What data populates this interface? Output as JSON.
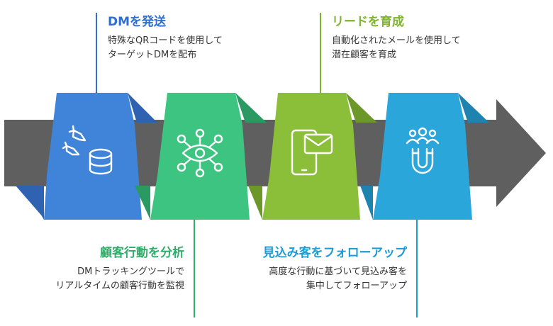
{
  "stages": [
    {
      "title": "DMを発送",
      "desc": [
        "特殊なQRコードを使用して",
        "ターゲットDMを配布"
      ],
      "color": "#3f84d8",
      "dark": "#2f63b1",
      "title_color": "#2f6fcf",
      "icon": "missile-database-icon"
    },
    {
      "title": "顧客行動を分析",
      "desc": [
        "DMトラッキングツールで",
        "リアルタイムの顧客行動を監視"
      ],
      "color": "#3dc480",
      "dark": "#2b9a62",
      "title_color": "#2fae6a",
      "icon": "network-eye-icon"
    },
    {
      "title": "リードを育成",
      "desc": [
        "自動化されたメールを使用して",
        "潜在顧客を育成"
      ],
      "color": "#8bbf3a",
      "dark": "#6b9828",
      "title_color": "#7db42b",
      "icon": "mobile-email-icon"
    },
    {
      "title": "見込み客をフォローアップ",
      "desc": [
        "高度な行動に基づいて見込み客を",
        "集中してフォローアップ"
      ],
      "color": "#2ba6db",
      "dark": "#1f83b0",
      "title_color": "#1e9bd6",
      "icon": "magnet-people-icon"
    }
  ],
  "arrow_color": "#5f5f5f",
  "connector_color": "#bcd2ea"
}
